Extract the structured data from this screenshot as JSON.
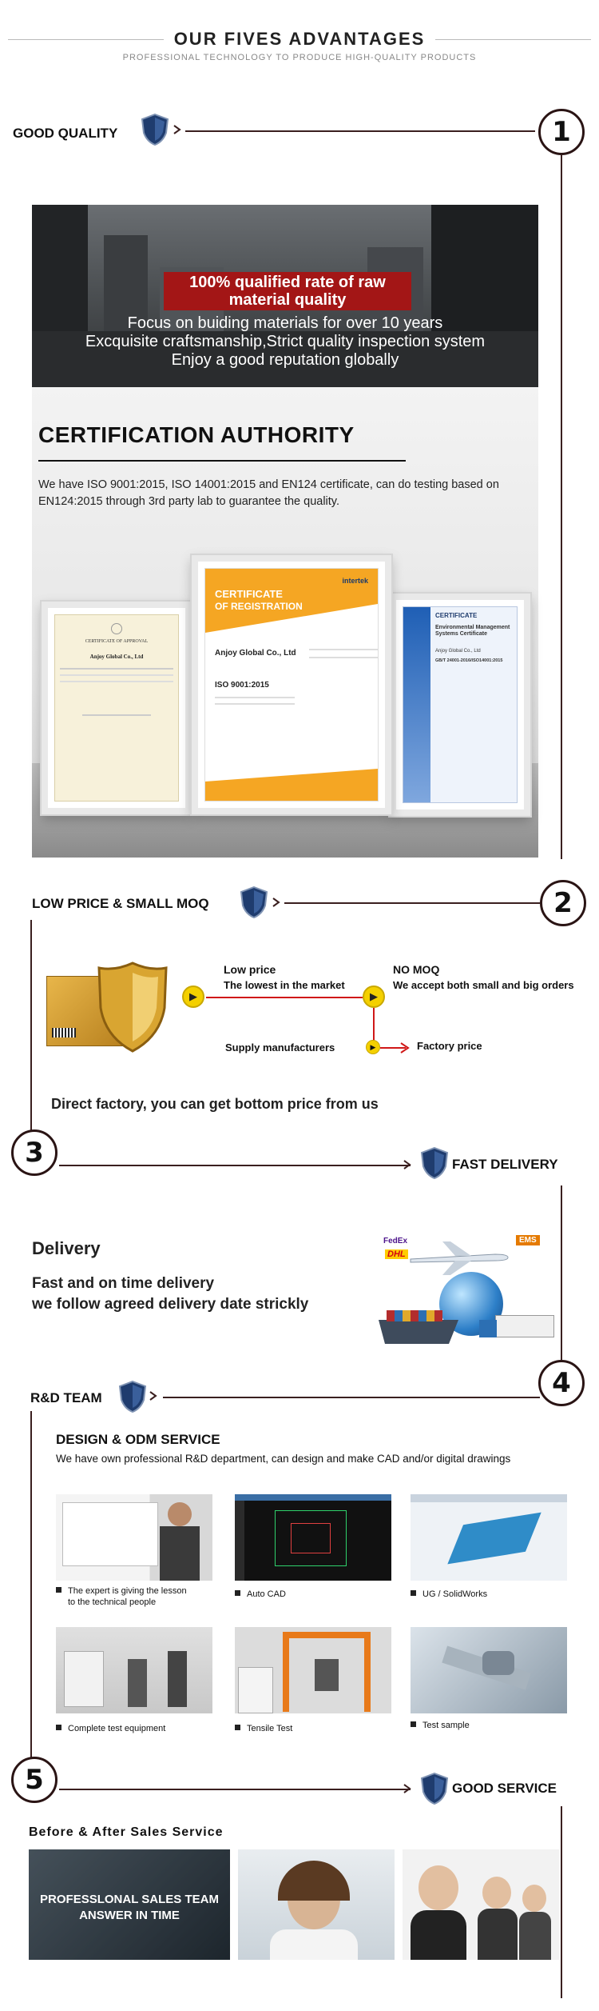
{
  "header": {
    "title": "OUR FIVES ADVANTAGES",
    "subtitle": "PROFESSIONAL TECHNOLOGY TO PRODUCE HIGH-QUALITY PRODUCTS"
  },
  "sections": {
    "quality": {
      "number": "1",
      "title": "GOOD QUALITY",
      "badge_line1": "100% qualified rate of raw",
      "badge_line2": "material quality",
      "line1": "Focus on buiding materials for over 10 years",
      "line2": "Excquisite craftsmanship,Strict quality inspection system",
      "line3": "Enjoy a good reputation globally",
      "cert_title": "CERTIFICATION AUTHORITY",
      "cert_body": "We have ISO 9001:2015, ISO 14001:2015 and EN124 certificate, can do testing based on EN124:2015 through 3rd party lab to guarantee the quality.",
      "cert_left_heading": "CERTIFICATE OF APPROVAL",
      "cert_left_company": "Anjoy Global Co., Ltd",
      "cert_center_heading1": "CERTIFICATE",
      "cert_center_heading2": "OF REGISTRATION",
      "cert_center_brand": "intertek",
      "cert_center_company": "Anjoy Global Co., Ltd",
      "cert_center_standard": "ISO 9001:2015",
      "cert_right_heading": "CERTIFICATE",
      "cert_right_sub": "Environmental Management Systems Certificate",
      "cert_right_company": "Anjoy Global Co., Ltd",
      "cert_right_standard": "GB/T 24001-2016/ISO14001:2015"
    },
    "price": {
      "number": "2",
      "title": "LOW PRICE & SMALL MOQ",
      "low_price": "Low price",
      "low_price_desc": "The lowest in the market",
      "no_moq": "NO MOQ",
      "no_moq_desc": "We accept both small and big orders",
      "supply": "Supply manufacturers",
      "factory_price": "Factory price",
      "direct": "Direct factory, you can get bottom price from us"
    },
    "delivery": {
      "number": "3",
      "title": "FAST DELIVERY",
      "heading": "Delivery",
      "line1": "Fast and on time delivery",
      "line2": "we follow agreed delivery date strickly",
      "logo1": "FedEx",
      "logo2": "DHL",
      "logo3": "EMS"
    },
    "rnd": {
      "number": "4",
      "title": "R&D TEAM",
      "heading": "DESIGN & ODM SERVICE",
      "body": "We have own professional R&D department, can design and make CAD and/or digital drawings",
      "captions": [
        "The expert is giving the lesson",
        "to the technical people",
        "Auto CAD",
        "UG / SolidWorks",
        "Complete test equipment",
        "Tensile Test",
        "Test sample"
      ]
    },
    "service": {
      "number": "5",
      "title": "GOOD SERVICE",
      "heading": "Before & After Sales Service",
      "overlay1": "PROFESSLONAL SALES TEAM",
      "overlay2": "ANSWER IN TIME"
    }
  },
  "colors": {
    "accent_red": "#a31616",
    "line": "#3a1f1f",
    "shield": "#1f3c6e",
    "gold": "#d9a531",
    "play_yellow": "#f4d000"
  }
}
